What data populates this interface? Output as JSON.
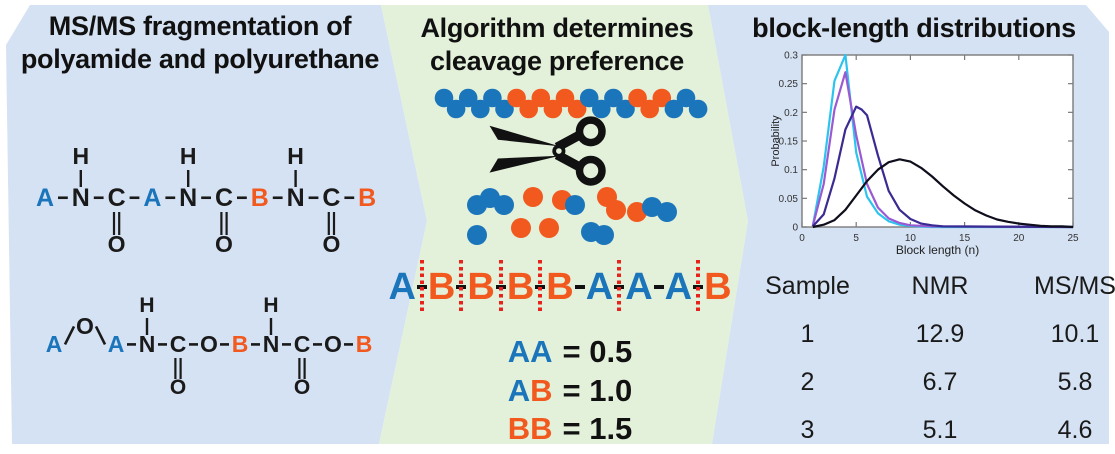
{
  "colors": {
    "panel_blue": "#d5e2f3",
    "panel_green": "#e3f1da",
    "monomer_A_blue": "#1b75bb",
    "monomer_B_orange": "#f1591f",
    "cut_line_red": "#e8231c",
    "text_black": "#111111"
  },
  "panels": {
    "left": {
      "title_line1": "MS/MS fragmentation of",
      "title_line2": "polyamide and polyurethane",
      "molecules": [
        {
          "name": "polyamide",
          "atoms": [
            {
              "s": "A",
              "c": "A"
            },
            {
              "s": "N",
              "h": true
            },
            {
              "s": "C",
              "dbO": true
            },
            {
              "s": "A",
              "c": "A"
            },
            {
              "s": "N",
              "h": true
            },
            {
              "s": "C",
              "dbO": true
            },
            {
              "s": "B",
              "c": "B"
            },
            {
              "s": "N",
              "h": true
            },
            {
              "s": "C",
              "dbO": true
            },
            {
              "s": "B",
              "c": "B"
            }
          ],
          "h_label": "H",
          "o_label": "O"
        },
        {
          "name": "polyurethane",
          "atoms": [
            {
              "s": "A",
              "c": "A"
            },
            {
              "s": "O",
              "raised": true
            },
            {
              "s": "A",
              "c": "A"
            },
            {
              "s": "N",
              "h": true
            },
            {
              "s": "C",
              "dbO": true
            },
            {
              "s": "O"
            },
            {
              "s": "B",
              "c": "B"
            },
            {
              "s": "N",
              "h": true
            },
            {
              "s": "C",
              "dbO": true
            },
            {
              "s": "O"
            },
            {
              "s": "B",
              "c": "B"
            }
          ],
          "h_label": "H",
          "o_label": "O"
        }
      ]
    },
    "middle": {
      "title_line1": "Algorithm determines",
      "title_line2": "cleavage preference",
      "chain_dots": [
        "b",
        "b",
        "b",
        "b",
        "b",
        "b",
        "o",
        "o",
        "o",
        "o",
        "o",
        "o",
        "b",
        "b",
        "b",
        "b",
        "o",
        "o",
        "o",
        "b",
        "b",
        "b"
      ],
      "fragment_dots": [
        "b",
        "b",
        "b",
        "o",
        "o",
        "b",
        "o",
        "o",
        "o",
        "b",
        "b",
        "b",
        "o",
        "o",
        "b",
        "b"
      ],
      "sequence": {
        "letters": [
          "A",
          "B",
          "B",
          "B",
          "B",
          "A",
          "A",
          "A",
          "B"
        ],
        "cuts": [
          true,
          true,
          true,
          true,
          false,
          true,
          false,
          true
        ]
      },
      "preferences": [
        {
          "pair": "AA",
          "value": "= 0.5"
        },
        {
          "pair": "AB",
          "value": "= 1.0"
        },
        {
          "pair": "BB",
          "value": "= 1.5"
        }
      ]
    },
    "right": {
      "title": "block-length distributions",
      "table": {
        "headers": [
          "Sample",
          "NMR",
          "MS/MS"
        ],
        "rows": [
          [
            "1",
            "12.9",
            "10.1"
          ],
          [
            "2",
            "6.7",
            "5.8"
          ],
          [
            "3",
            "5.1",
            "4.6"
          ]
        ]
      }
    }
  },
  "chart_data": {
    "type": "line",
    "title": "",
    "xlabel": "Block length (n)",
    "ylabel": "Probability",
    "xlim": [
      0,
      25
    ],
    "ylim": [
      0,
      0.3
    ],
    "xticks": [
      "0",
      "5",
      "10",
      "15",
      "20",
      "25"
    ],
    "yticks": [
      "0",
      "0.05",
      "0.1",
      "0.15",
      "0.2",
      "0.25",
      "0.3"
    ],
    "grid": false,
    "legend": "none",
    "series": [
      {
        "name": "narrow-distribution-cyan",
        "color": "#2cc4ee",
        "points": [
          [
            1,
            0.002
          ],
          [
            2,
            0.105
          ],
          [
            3,
            0.255
          ],
          [
            4,
            0.3
          ],
          [
            5,
            0.13
          ],
          [
            6,
            0.053
          ],
          [
            7,
            0.024
          ],
          [
            8,
            0.01
          ],
          [
            9,
            0.004
          ],
          [
            10,
            0.002
          ],
          [
            12,
            0.0
          ],
          [
            25,
            0.0
          ]
        ]
      },
      {
        "name": "distribution-violet",
        "color": "#9a5ad2",
        "points": [
          [
            1,
            0.002
          ],
          [
            2,
            0.075
          ],
          [
            3,
            0.205
          ],
          [
            4,
            0.27
          ],
          [
            5,
            0.16
          ],
          [
            6,
            0.075
          ],
          [
            7,
            0.034
          ],
          [
            8,
            0.015
          ],
          [
            9,
            0.007
          ],
          [
            10,
            0.003
          ],
          [
            12,
            0.001
          ],
          [
            25,
            0.0
          ]
        ]
      },
      {
        "name": "distribution-indigo",
        "color": "#3a2b92",
        "points": [
          [
            1,
            0.001
          ],
          [
            2,
            0.022
          ],
          [
            3,
            0.085
          ],
          [
            4,
            0.17
          ],
          [
            5,
            0.21
          ],
          [
            5.5,
            0.205
          ],
          [
            6,
            0.195
          ],
          [
            7,
            0.125
          ],
          [
            8,
            0.063
          ],
          [
            9,
            0.03
          ],
          [
            10,
            0.014
          ],
          [
            11,
            0.006
          ],
          [
            12,
            0.003
          ],
          [
            13,
            0.001
          ],
          [
            25,
            0.0
          ]
        ]
      },
      {
        "name": "broad-distribution-black",
        "color": "#0e0e1c",
        "points": [
          [
            1,
            0.0
          ],
          [
            2,
            0.004
          ],
          [
            3,
            0.012
          ],
          [
            4,
            0.03
          ],
          [
            5,
            0.055
          ],
          [
            6,
            0.08
          ],
          [
            7,
            0.1
          ],
          [
            8,
            0.113
          ],
          [
            9,
            0.118
          ],
          [
            10,
            0.114
          ],
          [
            11,
            0.103
          ],
          [
            12,
            0.088
          ],
          [
            13,
            0.071
          ],
          [
            14,
            0.055
          ],
          [
            15,
            0.041
          ],
          [
            16,
            0.029
          ],
          [
            17,
            0.02
          ],
          [
            18,
            0.013
          ],
          [
            19,
            0.009
          ],
          [
            20,
            0.006
          ],
          [
            21,
            0.004
          ],
          [
            22,
            0.002
          ],
          [
            23,
            0.001
          ],
          [
            24,
            0.001
          ],
          [
            25,
            0.0
          ]
        ]
      }
    ]
  }
}
